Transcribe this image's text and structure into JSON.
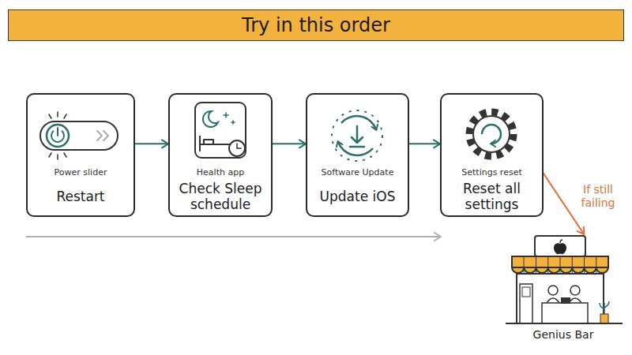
{
  "diagram": {
    "title": "Try in this order",
    "nodes": [
      {
        "text": [
          "Power slider",
          "Restart"
        ]
      },
      {
        "text": [
          "Health app",
          "Check Sleep schedule"
        ]
      },
      {
        "text": [
          "Software Update",
          "Update iOS"
        ]
      },
      {
        "text": [
          "Settings reset",
          "Reset all settings"
        ]
      },
      {
        "text": [
          "Genius Bar"
        ]
      }
    ],
    "edges": [
      {
        "from": 0,
        "to": 1,
        "arrow": "to"
      },
      {
        "from": 1,
        "to": 2,
        "arrow": "to"
      },
      {
        "from": 2,
        "to": 3,
        "arrow": "to"
      },
      {
        "from": 3,
        "to": 4,
        "label": "If still failing",
        "arrow": "to"
      }
    ]
  }
}
